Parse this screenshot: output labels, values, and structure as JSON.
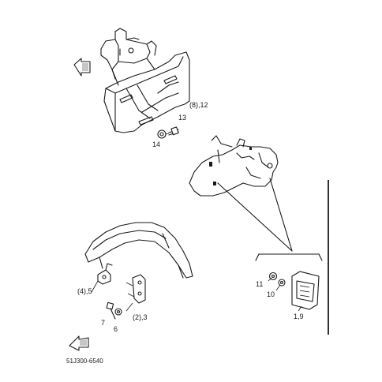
{
  "labels": {
    "part_8_12": "(8),12",
    "part_13": "13",
    "part_14": "14",
    "part_4_5": "(4),5",
    "part_2_3": "(2),3",
    "part_7": "7",
    "part_6": "6",
    "part_11": "11",
    "part_10": "10",
    "part_1_9": "1,9"
  },
  "diagram_code": "51J300-6540"
}
